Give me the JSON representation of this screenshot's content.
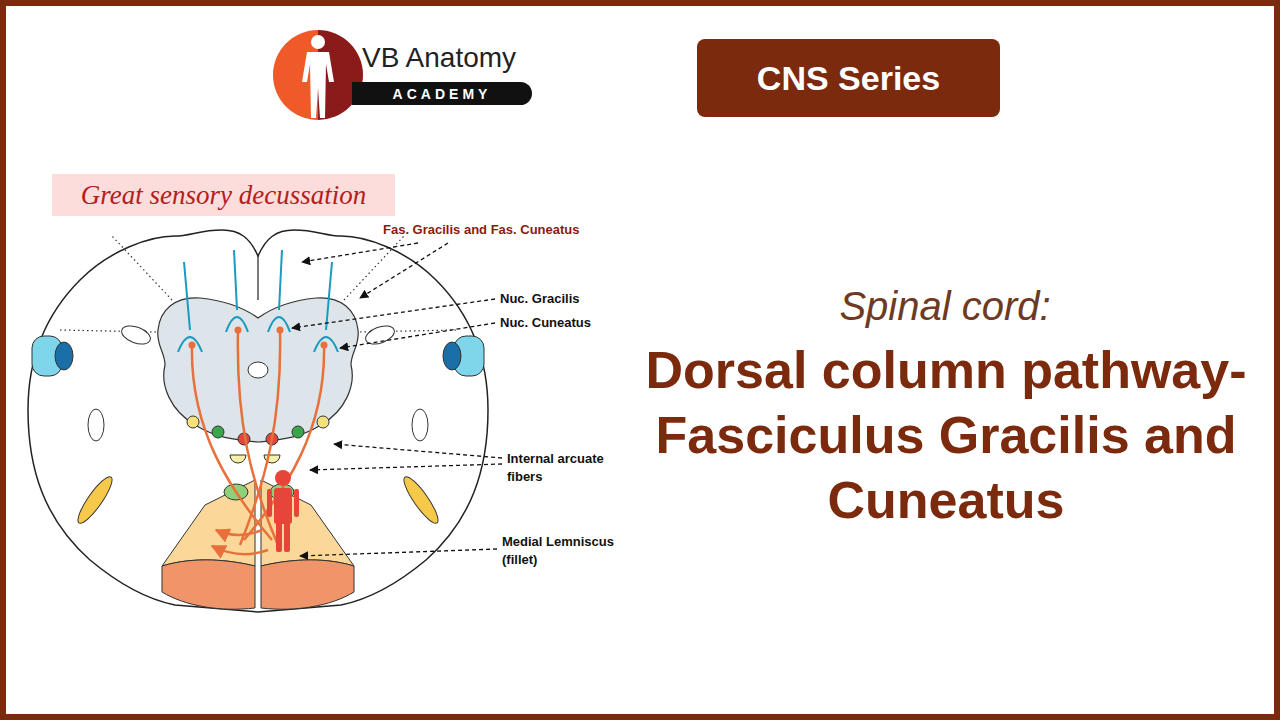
{
  "diagram": {
    "title": "Dorsal column pathway- Fasciculus Gracilis and Cuneatus",
    "nodes": [
      {
        "text": [
          "ACADEMY"
        ]
      },
      {
        "text": [
          "CNS Series"
        ]
      },
      {
        "text": [
          "Great sensory decussation"
        ]
      }
    ],
    "labels": [
      "VB Anatomy",
      "Fas. Gracilis and Fas. Cuneatus",
      "Nuc. Gracilis",
      "Nuc. Cuneatus",
      "Internal arcuate fibers",
      "Medial Lemniscus (fillet)",
      "Spinal cord:"
    ]
  }
}
